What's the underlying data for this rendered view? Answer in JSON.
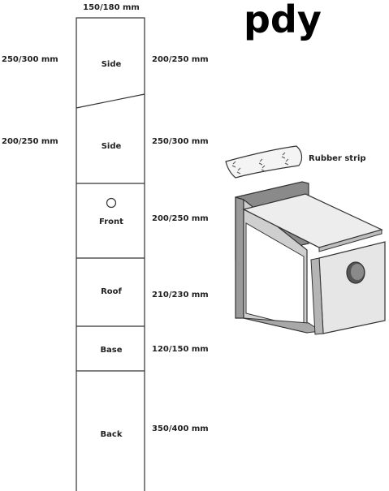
{
  "title_fragment": "pdy",
  "plank": {
    "top_width_label": "150/180 mm",
    "sections": [
      {
        "id": "side1",
        "name": "Side",
        "left_dim": "250/300 mm",
        "right_dim": "200/250 mm"
      },
      {
        "id": "side2",
        "name": "Side",
        "left_dim": "200/250 mm",
        "right_dim": "250/300 mm"
      },
      {
        "id": "front",
        "name": "Front",
        "left_dim": "",
        "right_dim": "200/250 mm"
      },
      {
        "id": "roof",
        "name": "Roof",
        "left_dim": "",
        "right_dim": "210/230 mm"
      },
      {
        "id": "base",
        "name": "Base",
        "left_dim": "",
        "right_dim": "120/150 mm"
      },
      {
        "id": "back",
        "name": "Back",
        "left_dim": "",
        "right_dim": "350/400 mm"
      }
    ]
  },
  "assembly": {
    "rubber_strip_label": "Rubber strip"
  }
}
